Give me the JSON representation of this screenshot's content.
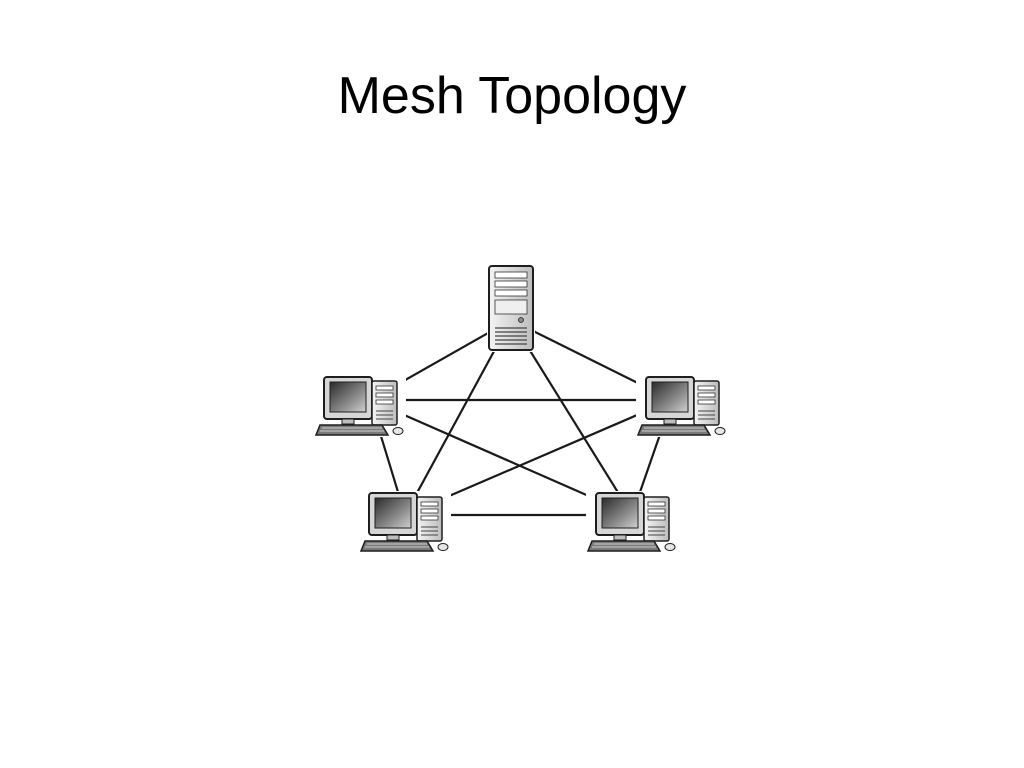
{
  "slide": {
    "title": "Mesh Topology"
  },
  "diagram": {
    "type": "mesh-network",
    "nodes": [
      {
        "id": "server",
        "kind": "server-tower"
      },
      {
        "id": "pc-left",
        "kind": "desktop-computer"
      },
      {
        "id": "pc-right",
        "kind": "desktop-computer"
      },
      {
        "id": "pc-bottom-left",
        "kind": "desktop-computer"
      },
      {
        "id": "pc-bottom-right",
        "kind": "desktop-computer"
      }
    ],
    "links": [
      [
        "server",
        "pc-left"
      ],
      [
        "server",
        "pc-right"
      ],
      [
        "server",
        "pc-bottom-left"
      ],
      [
        "server",
        "pc-bottom-right"
      ],
      [
        "pc-left",
        "pc-right"
      ],
      [
        "pc-left",
        "pc-bottom-left"
      ],
      [
        "pc-left",
        "pc-bottom-right"
      ],
      [
        "pc-right",
        "pc-bottom-left"
      ],
      [
        "pc-right",
        "pc-bottom-right"
      ],
      [
        "pc-bottom-left",
        "pc-bottom-right"
      ]
    ],
    "colors": {
      "line": "#1a1a1a",
      "device_body": "#d9d9d9",
      "device_outline": "#222222",
      "screen": "#5a5a5a"
    }
  }
}
